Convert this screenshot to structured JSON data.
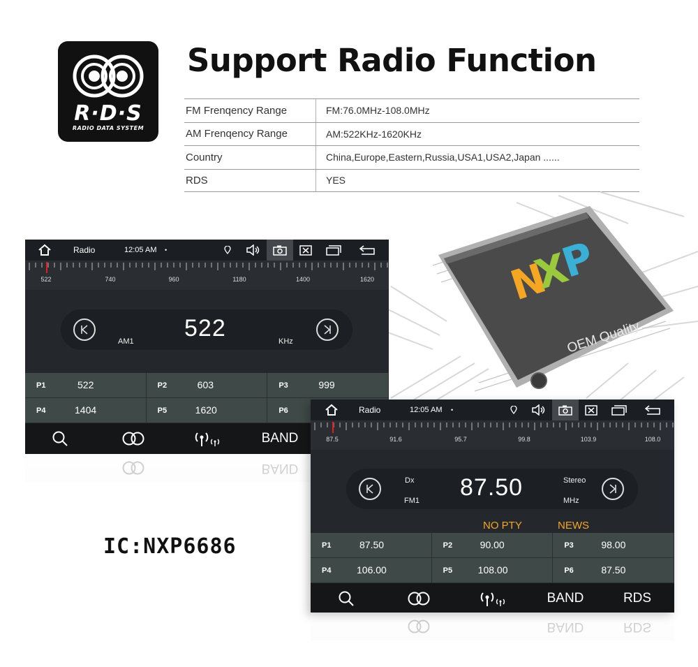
{
  "logo": {
    "main_text": "R·D·S",
    "sub_text": "RADIO DATA SYSTEM",
    "icon": "rds-logo-icon"
  },
  "title": "Support Radio Function",
  "spec": [
    {
      "label": "FM Frenqency Range",
      "value": "FM:76.0MHz-108.0MHz"
    },
    {
      "label": "AM Frenqency Range",
      "value": "AM:522KHz-1620KHz"
    },
    {
      "label": "Country",
      "value": "China,Europe,Eastern,Russia,USA1,USA2,Japan ......"
    },
    {
      "label": "RDS",
      "value": "YES"
    }
  ],
  "chip": {
    "brand": "NXP",
    "caption": "OEM Quality"
  },
  "ic_label": "IC:NXP6686",
  "screen_am": {
    "app": "Radio",
    "time": "12:05 AM",
    "dot": "•",
    "dial_labels": [
      "522",
      "740",
      "960",
      "1180",
      "1400",
      "1620"
    ],
    "band": "AM1",
    "frequency": "522",
    "unit": "KHz",
    "presets": [
      {
        "name": "P1",
        "value": "522"
      },
      {
        "name": "P2",
        "value": "603"
      },
      {
        "name": "P3",
        "value": "999"
      },
      {
        "name": "P4",
        "value": "1404"
      },
      {
        "name": "P5",
        "value": "1620"
      },
      {
        "name": "P6",
        "value": ""
      }
    ],
    "bottom": {
      "band_label": "BAND"
    }
  },
  "screen_fm": {
    "app": "Radio",
    "time": "12:05 AM",
    "dot": "•",
    "dial_labels": [
      "87.5",
      "91.6",
      "95.7",
      "99.8",
      "103.9",
      "108.0"
    ],
    "dx": "Dx",
    "band": "FM1",
    "frequency": "87.50",
    "stereo": "Stereo",
    "unit": "MHz",
    "pty": "NO PTY",
    "news": "NEWS",
    "presets": [
      {
        "name": "P1",
        "value": "87.50"
      },
      {
        "name": "P2",
        "value": "90.00"
      },
      {
        "name": "P3",
        "value": "98.00"
      },
      {
        "name": "P4",
        "value": "106.00"
      },
      {
        "name": "P5",
        "value": "108.00"
      },
      {
        "name": "P6",
        "value": "87.50"
      }
    ],
    "bottom": {
      "band_label": "BAND",
      "rds_label": "RDS"
    }
  },
  "colors": {
    "accent_orange": "#f5a623",
    "preset_bg": "#3f4a48",
    "screen_bg": "#24282d",
    "needle": "#e02020"
  }
}
